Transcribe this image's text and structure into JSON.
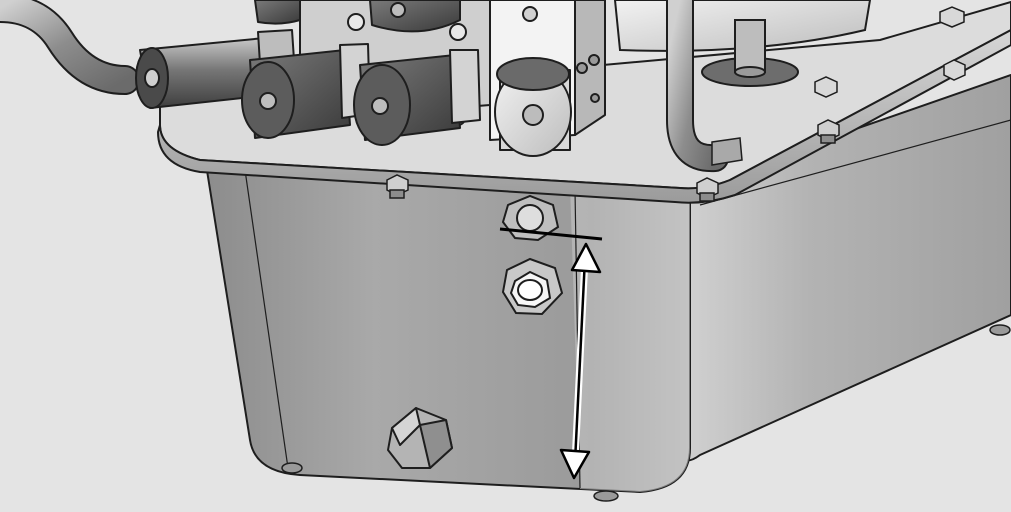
{
  "figure": {
    "background_color": "#e4e4e4",
    "outline_color": "#1e1e1e",
    "marker_color": "#000000",
    "arrow_fill_color": "#ffffff",
    "parts": [
      "hydraulic-hose",
      "quick-coupler",
      "valve-block",
      "motor-housing",
      "pump-top-plate",
      "oil-reservoir-tank",
      "oil-level-sight-gauge",
      "oil-fill-plug",
      "oil-drain-plug",
      "mounting-bolts"
    ],
    "annotations": [
      "max-oil-level-line",
      "oil-level-range-arrow"
    ]
  }
}
